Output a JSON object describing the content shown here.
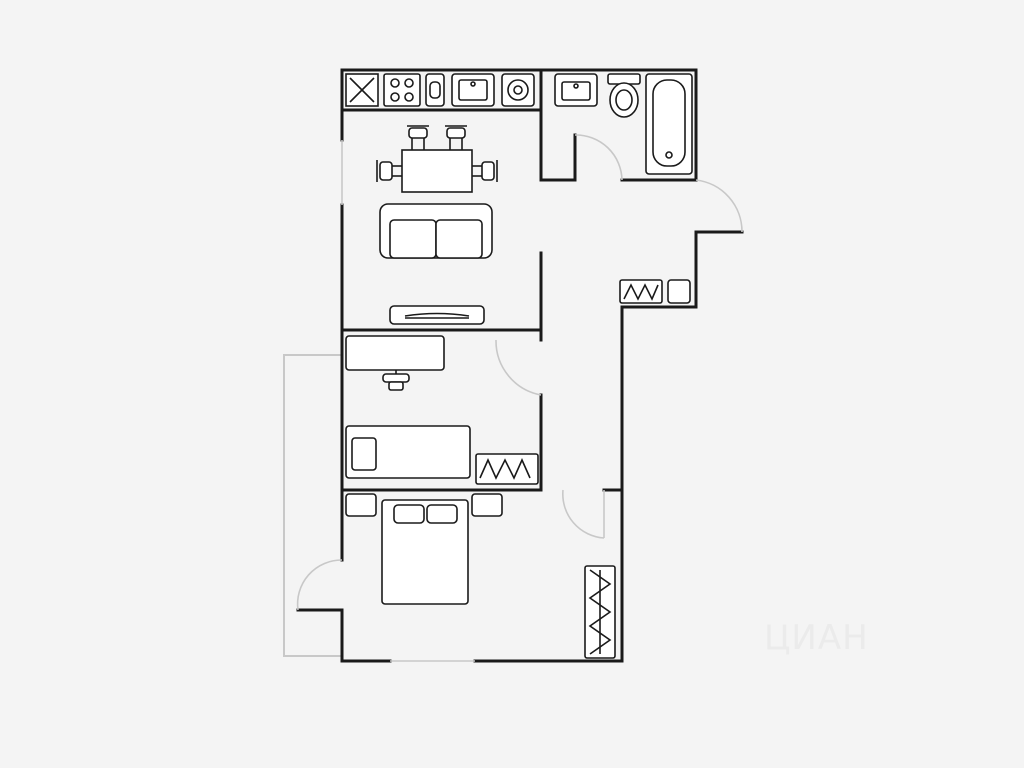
{
  "watermark": {
    "text": "ЦИАН"
  },
  "colors": {
    "background": "#f4f4f4",
    "wall": "#1a1a1a",
    "door_arc": "#c8c8c8"
  },
  "rooms": [
    {
      "id": "kitchen-living",
      "furniture": [
        "kitchen-counter",
        "dining-table",
        "chairs",
        "sofa",
        "tv-stand"
      ]
    },
    {
      "id": "bathroom",
      "furniture": [
        "sink",
        "toilet",
        "bathtub"
      ]
    },
    {
      "id": "hallway",
      "furniture": [
        "wardrobe",
        "cabinet"
      ]
    },
    {
      "id": "study",
      "furniture": [
        "desk",
        "office-chair",
        "single-bed",
        "wardrobe"
      ]
    },
    {
      "id": "bedroom",
      "furniture": [
        "double-bed",
        "nightstands",
        "wardrobe"
      ]
    },
    {
      "id": "balcony",
      "furniture": []
    }
  ]
}
